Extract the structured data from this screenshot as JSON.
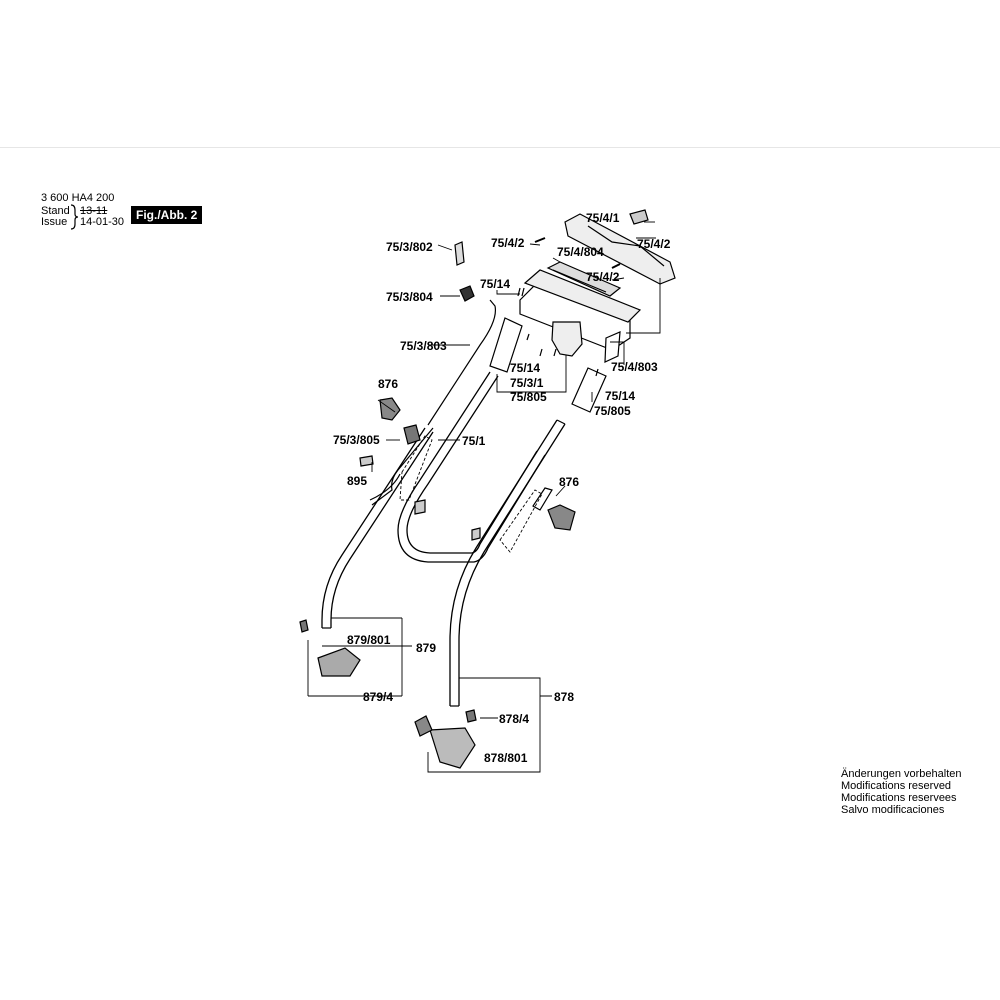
{
  "header": {
    "part_number": "3 600 HA4 200",
    "stand_label": "Stand",
    "issue_label": "Issue",
    "stand_value": "13-11",
    "issue_value": "14-01-30",
    "figure_label": "Fig./Abb. 2"
  },
  "labels": {
    "l_75_4_1": "75/4/1",
    "l_75_4_2_right": "75/4/2",
    "l_75_4_2_top": "75/4/2",
    "l_75_4_804": "75/4/804",
    "l_75_4_2_mid": "75/4/2",
    "l_75_3_802": "75/3/802",
    "l_75_14_top": "75/14",
    "l_75_3_804": "75/3/804",
    "l_75_3_803": "75/3/803",
    "l_75_4_803": "75/4/803",
    "l_75_14_mid": "75/14",
    "l_75_3_1": "75/3/1",
    "l_75_805_left": "75/805",
    "l_75_14_right": "75/14",
    "l_75_805_right": "75/805",
    "l_876_left": "876",
    "l_75_1": "75/1",
    "l_75_3_805": "75/3/805",
    "l_895": "895",
    "l_876_right": "876",
    "l_879_801": "879/801",
    "l_879": "879",
    "l_879_4": "879/4",
    "l_878": "878",
    "l_878_4": "878/4",
    "l_878_801": "878/801"
  },
  "notes": [
    "Änderungen vorbehalten",
    "Modifications reserved",
    "Modifications reservees",
    "Salvo modificaciones"
  ]
}
